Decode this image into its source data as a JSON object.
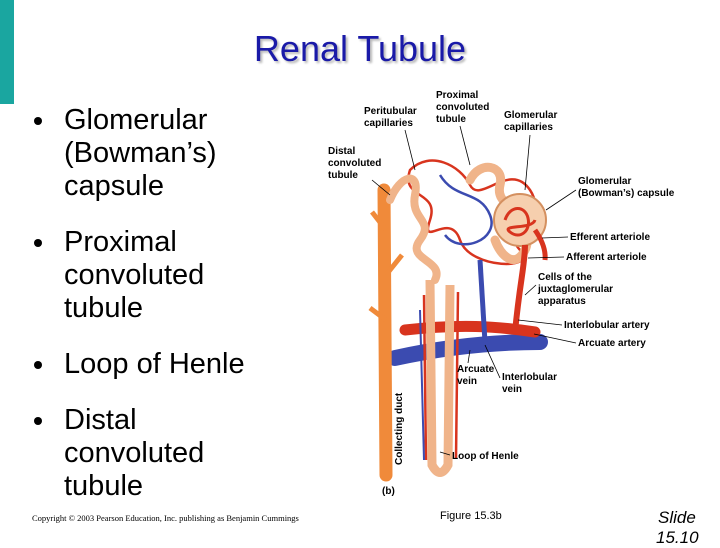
{
  "slide": {
    "title": "Renal Tubule",
    "bullets": [
      {
        "line1": "Glomerular",
        "line2": "(Bowman’s)",
        "line3": "capsule"
      },
      {
        "line1": "Proximal",
        "line2": "convoluted",
        "line3": "tubule"
      },
      {
        "line1": "Loop of Henle"
      },
      {
        "line1": "Distal",
        "line2": "convoluted",
        "line3": "tubule"
      }
    ],
    "copyright": "Copyright © 2003 Pearson Education, Inc. publishing as Benjamin Cummings",
    "figure": "Figure 15.3b",
    "slide_word": "Slide",
    "slide_number": "15.10"
  },
  "diagram": {
    "labels": {
      "peritubular_1": "Peritubular",
      "peritubular_2": "capillaries",
      "proximal_1": "Proximal",
      "proximal_2": "convoluted",
      "proximal_3": "tubule",
      "glom_cap_1": "Glomerular",
      "glom_cap_2": "capillaries",
      "distal_1": "Distal",
      "distal_2": "convoluted",
      "distal_3": "tubule",
      "glom_caps_1": "Glomerular",
      "glom_caps_2": "(Bowman’s) capsule",
      "efferent": "Efferent arteriole",
      "afferent": "Afferent arteriole",
      "cells_1": "Cells of the",
      "cells_2": "juxtaglomerular",
      "cells_3": "apparatus",
      "interlobular_artery": "Interlobular artery",
      "arcuate_artery": "Arcuate artery",
      "arcuate_vein_1": "Arcuate",
      "arcuate_vein_2": "vein",
      "interlobular_vein_1": "Interlobular",
      "interlobular_vein_2": "vein",
      "collecting_duct": "Collecting duct",
      "loop_henle": "Loop of Henle",
      "panel": "(b)"
    },
    "colors": {
      "artery": "#d8341e",
      "vein": "#3b4bb0",
      "tubule": "#f0b48a",
      "duct": "#f08a3a",
      "accent": "#1aa6a0",
      "title": "#1a1aa8"
    }
  }
}
